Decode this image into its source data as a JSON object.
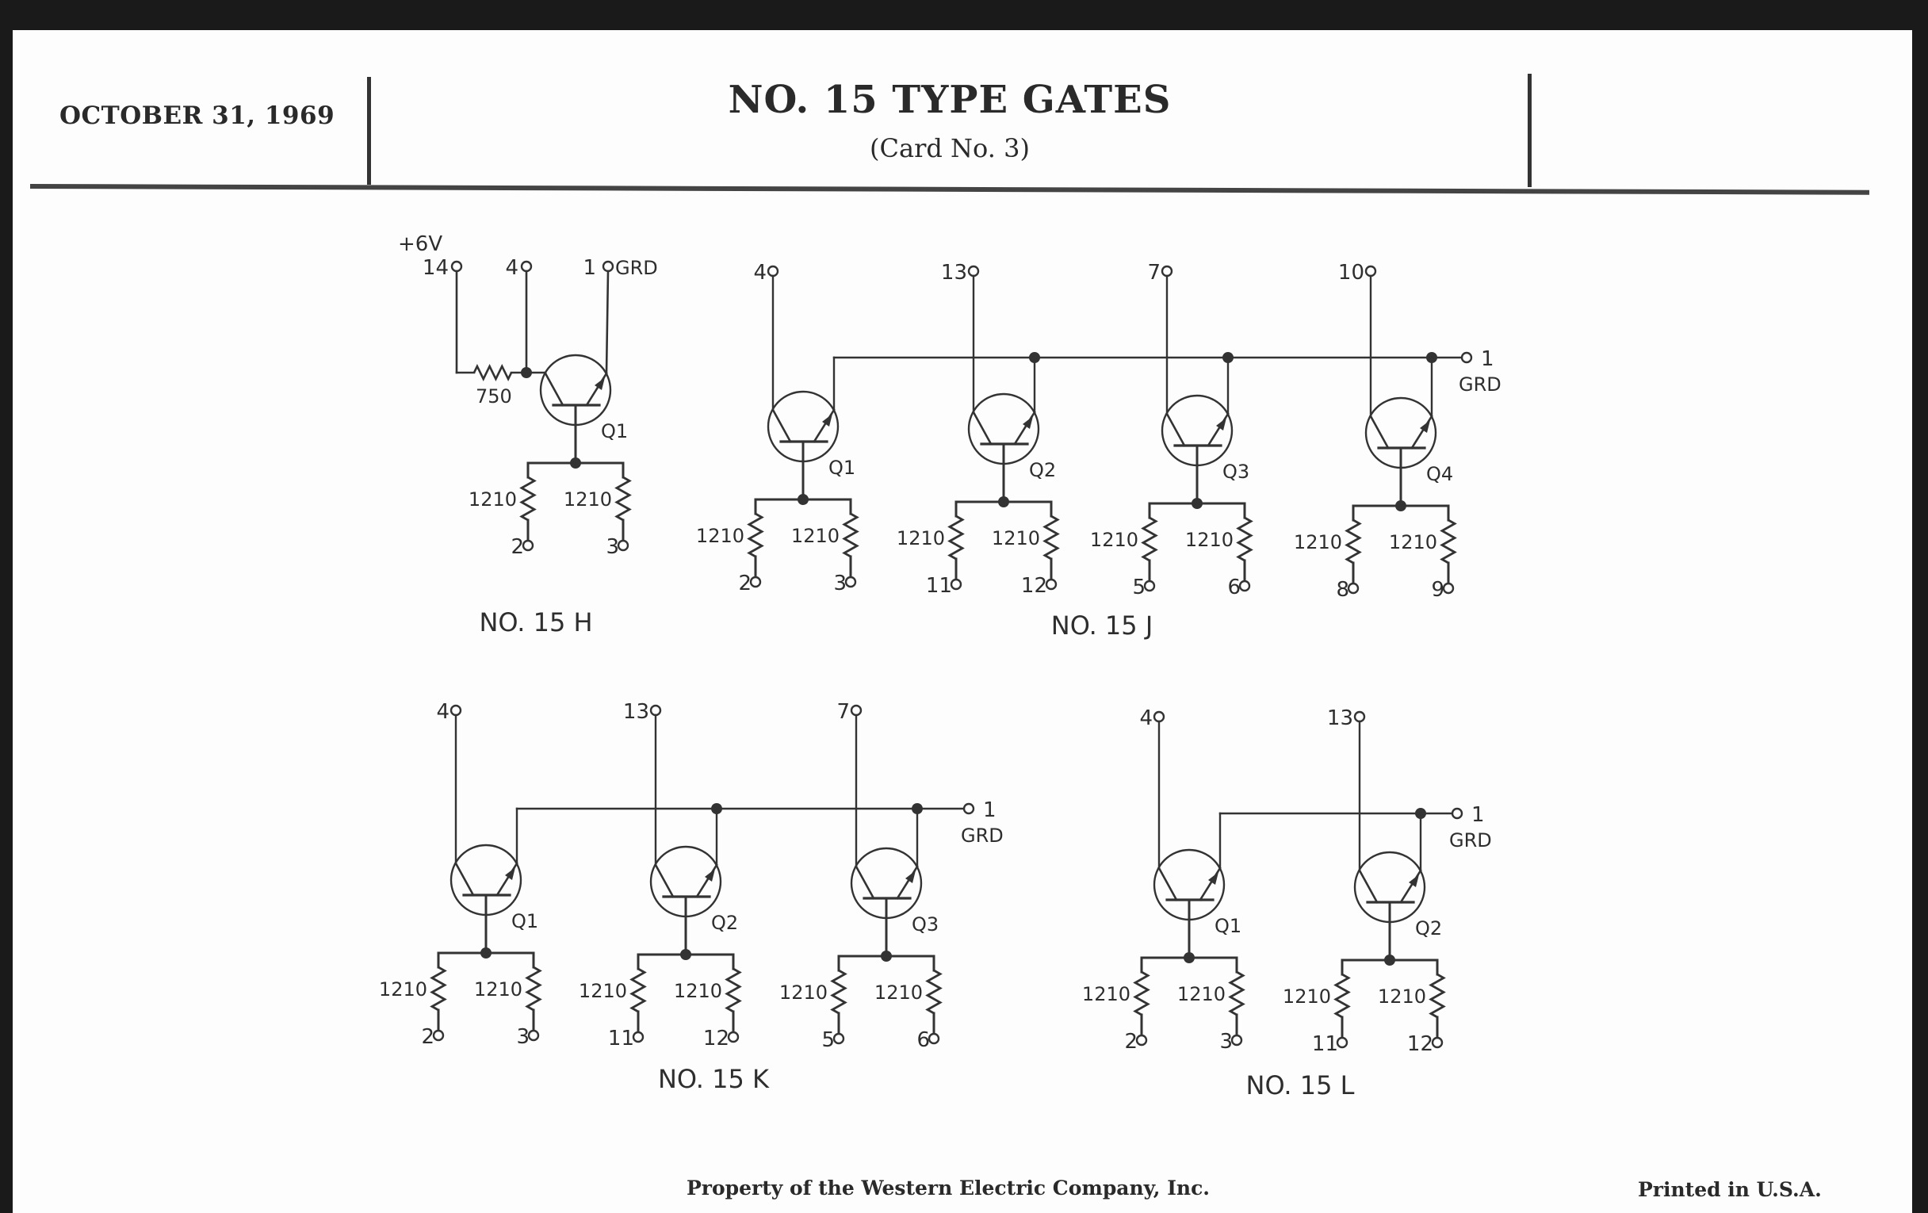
{
  "header": {
    "date": "OCTOBER 31, 1969",
    "title": "NO. 15 TYPE GATES",
    "subtitle": "(Card No. 3)"
  },
  "footer": {
    "property": "Property of the Western Electric Company, Inc.",
    "printed": "Printed in U.S.A."
  },
  "circuits": [
    {
      "id": "15H",
      "name": "NO. 15 H",
      "supply_label": "+6V",
      "supply_terminal": "14",
      "bias_resistor": "750",
      "collector_terminal": "4",
      "emitter_terminal": "1",
      "emitter_label": "GRD",
      "stages": [
        {
          "transistor": "Q1",
          "collector": "4",
          "resistors": [
            "1210",
            "1210"
          ],
          "inputs": [
            "2",
            "3"
          ]
        }
      ]
    },
    {
      "id": "15J",
      "name": "NO. 15 J",
      "output_terminal": "1",
      "output_label": "GRD",
      "stages": [
        {
          "transistor": "Q1",
          "collector": "4",
          "resistors": [
            "1210",
            "1210"
          ],
          "inputs": [
            "2",
            "3"
          ]
        },
        {
          "transistor": "Q2",
          "collector": "13",
          "resistors": [
            "1210",
            "1210"
          ],
          "inputs": [
            "11",
            "12"
          ]
        },
        {
          "transistor": "Q3",
          "collector": "7",
          "resistors": [
            "1210",
            "1210"
          ],
          "inputs": [
            "5",
            "6"
          ]
        },
        {
          "transistor": "Q4",
          "collector": "10",
          "resistors": [
            "1210",
            "1210"
          ],
          "inputs": [
            "8",
            "9"
          ]
        }
      ]
    },
    {
      "id": "15K",
      "name": "NO. 15 K",
      "output_terminal": "1",
      "output_label": "GRD",
      "stages": [
        {
          "transistor": "Q1",
          "collector": "4",
          "resistors": [
            "1210",
            "1210"
          ],
          "inputs": [
            "2",
            "3"
          ]
        },
        {
          "transistor": "Q2",
          "collector": "13",
          "resistors": [
            "1210",
            "1210"
          ],
          "inputs": [
            "11",
            "12"
          ]
        },
        {
          "transistor": "Q3",
          "collector": "7",
          "resistors": [
            "1210",
            "1210"
          ],
          "inputs": [
            "5",
            "6"
          ]
        }
      ]
    },
    {
      "id": "15L",
      "name": "NO. 15 L",
      "output_terminal": "1",
      "output_label": "GRD",
      "stages": [
        {
          "transistor": "Q1",
          "collector": "4",
          "resistors": [
            "1210",
            "1210"
          ],
          "inputs": [
            "2",
            "3"
          ]
        },
        {
          "transistor": "Q2",
          "collector": "13",
          "resistors": [
            "1210",
            "1210"
          ],
          "inputs": [
            "11",
            "12"
          ]
        }
      ]
    }
  ]
}
